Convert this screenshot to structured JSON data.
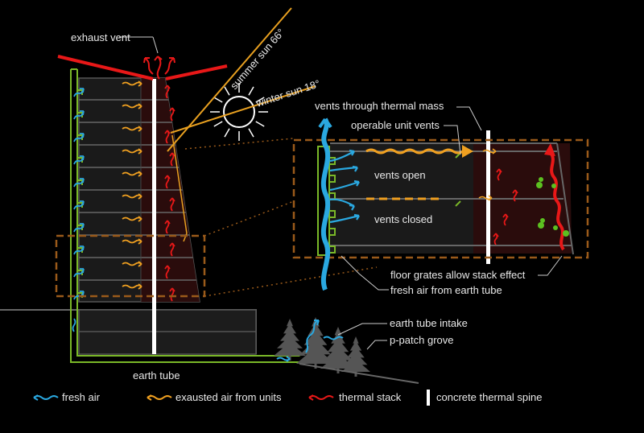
{
  "colors": {
    "background": "#000000",
    "fresh_air": "#2aa8e0",
    "exhausted_air": "#f0a020",
    "thermal_stack": "#e81818",
    "spine": "#ffffff",
    "earth_tube": "#7ab828",
    "sun": "#e8a020",
    "building_dark": "#1a1a1a",
    "stack_shade": "#2a0c0c",
    "callout_box": "#9a5a1a",
    "trees": "#555555"
  },
  "labels": {
    "exhaust_vent": "exhaust vent",
    "summer_sun": "summer sun 66°",
    "winter_sun": "winter sun 18°",
    "vents_through_thermal_mass": "vents through thermal mass",
    "operable_unit_vents": "operable unit vents",
    "vents_open": "vents open",
    "vents_closed": "vents closed",
    "floor_grates": "floor grates allow stack effect",
    "fresh_air_from_earth_tube": "fresh air from earth tube",
    "earth_tube_intake": "earth tube intake",
    "p_patch_grove": "p-patch grove",
    "earth_tube": "earth tube"
  },
  "legend": [
    {
      "label": "fresh air",
      "icon": "fresh-air-squiggle-icon"
    },
    {
      "label": "exausted air from units",
      "icon": "exhausted-air-squiggle-icon"
    },
    {
      "label": "thermal stack",
      "icon": "thermal-stack-squiggle-icon"
    },
    {
      "label": "concrete thermal spine",
      "icon": "spine-bar-icon"
    }
  ]
}
